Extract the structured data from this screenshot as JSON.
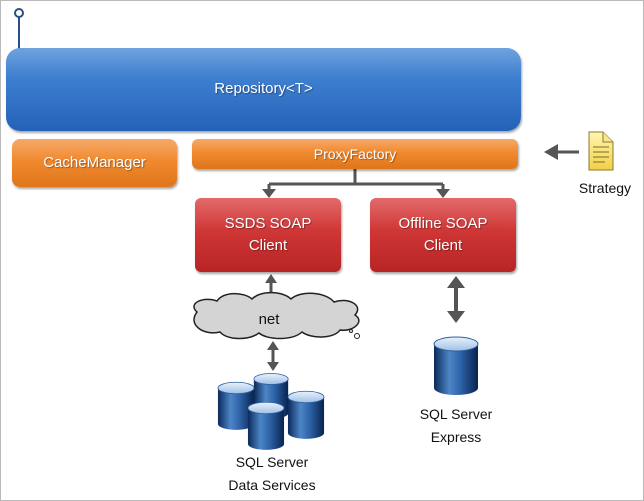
{
  "repository": {
    "label": "Repository<T>"
  },
  "cache_manager": {
    "label": "CacheManager"
  },
  "proxy_factory": {
    "label": "ProxyFactory"
  },
  "ssds_client": {
    "line1": "SSDS SOAP",
    "line2": "Client"
  },
  "offline_client": {
    "line1": "Offline SOAP",
    "line2": "Client"
  },
  "net_cloud": {
    "label": "net"
  },
  "strategy": {
    "label": "Strategy"
  },
  "sql_data_services": {
    "line1": "SQL Server",
    "line2": "Data Services"
  },
  "sql_express": {
    "line1": "SQL Server",
    "line2": "Express"
  },
  "colors": {
    "repository_blue": "#2462b8",
    "orange": "#f08a2e",
    "red": "#cf3636",
    "arrow_gray": "#555555"
  }
}
